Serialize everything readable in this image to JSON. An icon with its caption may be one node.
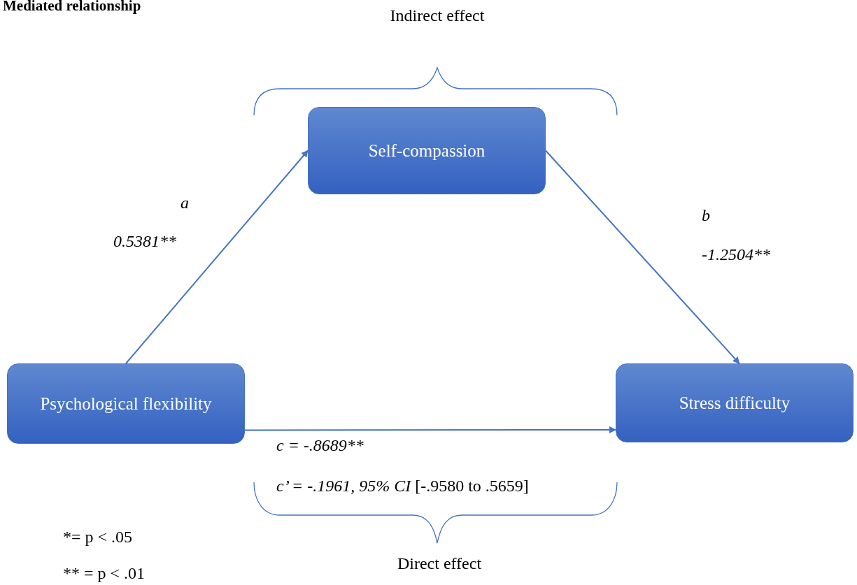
{
  "diagram": {
    "title": "Mediated relationship",
    "nodes": [
      {
        "text": [
          "Psychological flexibility"
        ]
      },
      {
        "text": [
          "Self-compassion"
        ]
      },
      {
        "text": [
          "Stress difficulty"
        ]
      }
    ],
    "edges": [
      {
        "from": 0,
        "to": 1,
        "arrow": "to"
      },
      {
        "from": 1,
        "to": 2,
        "arrow": "to"
      },
      {
        "from": 0,
        "to": 2,
        "arrow": "to"
      }
    ],
    "labels": [
      "Indirect effect",
      "a",
      "0.5381**",
      "b",
      "-1.2504**",
      "c = -.8689**",
      "*c’ = -.1961, 95% CI* [-.9580 to .5659]",
      "Direct effect",
      "*= p < .05",
      "** = p < .01"
    ]
  }
}
